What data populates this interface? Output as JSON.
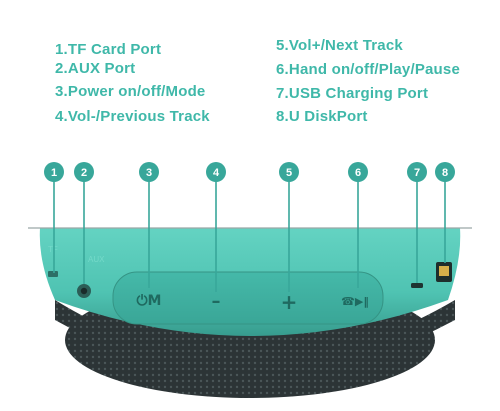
{
  "colors": {
    "label_text": "#3fb8a9",
    "callout": "#38a79a",
    "callout_text": "#ffffff",
    "speaker_body": "#53c9b7",
    "speaker_body_dark": "#3aa596",
    "button_pad": "#41b3a4",
    "fabric": "#2b3335",
    "guide_line": "#9aa6a6"
  },
  "legend": {
    "items": [
      {
        "id": "1",
        "text": "1.TF Card Port"
      },
      {
        "id": "2",
        "text": "2.AUX Port"
      },
      {
        "id": "3",
        "text": "3.Power on/off/Mode"
      },
      {
        "id": "4",
        "text": "4.Vol-/Previous Track"
      },
      {
        "id": "5",
        "text": "5.Vol+/Next Track"
      },
      {
        "id": "6",
        "text": "6.Hand on/off/Play/Pause"
      },
      {
        "id": "7",
        "text": "7.USB Charging Port"
      },
      {
        "id": "8",
        "text": "8.U DiskPort"
      }
    ]
  },
  "callouts": [
    "1",
    "2",
    "3",
    "4",
    "5",
    "6",
    "7",
    "8"
  ],
  "buttons": {
    "power_mode": "⏻M",
    "vol_down": "–",
    "vol_up": "+",
    "call_play": "☎▶‖"
  },
  "icons": {
    "tf_card_port": "tf-card-slot-icon",
    "aux_port": "aux-jack-icon",
    "usb_port": "usb-charging-port-icon",
    "u_disk_port": "u-disk-port-icon"
  }
}
